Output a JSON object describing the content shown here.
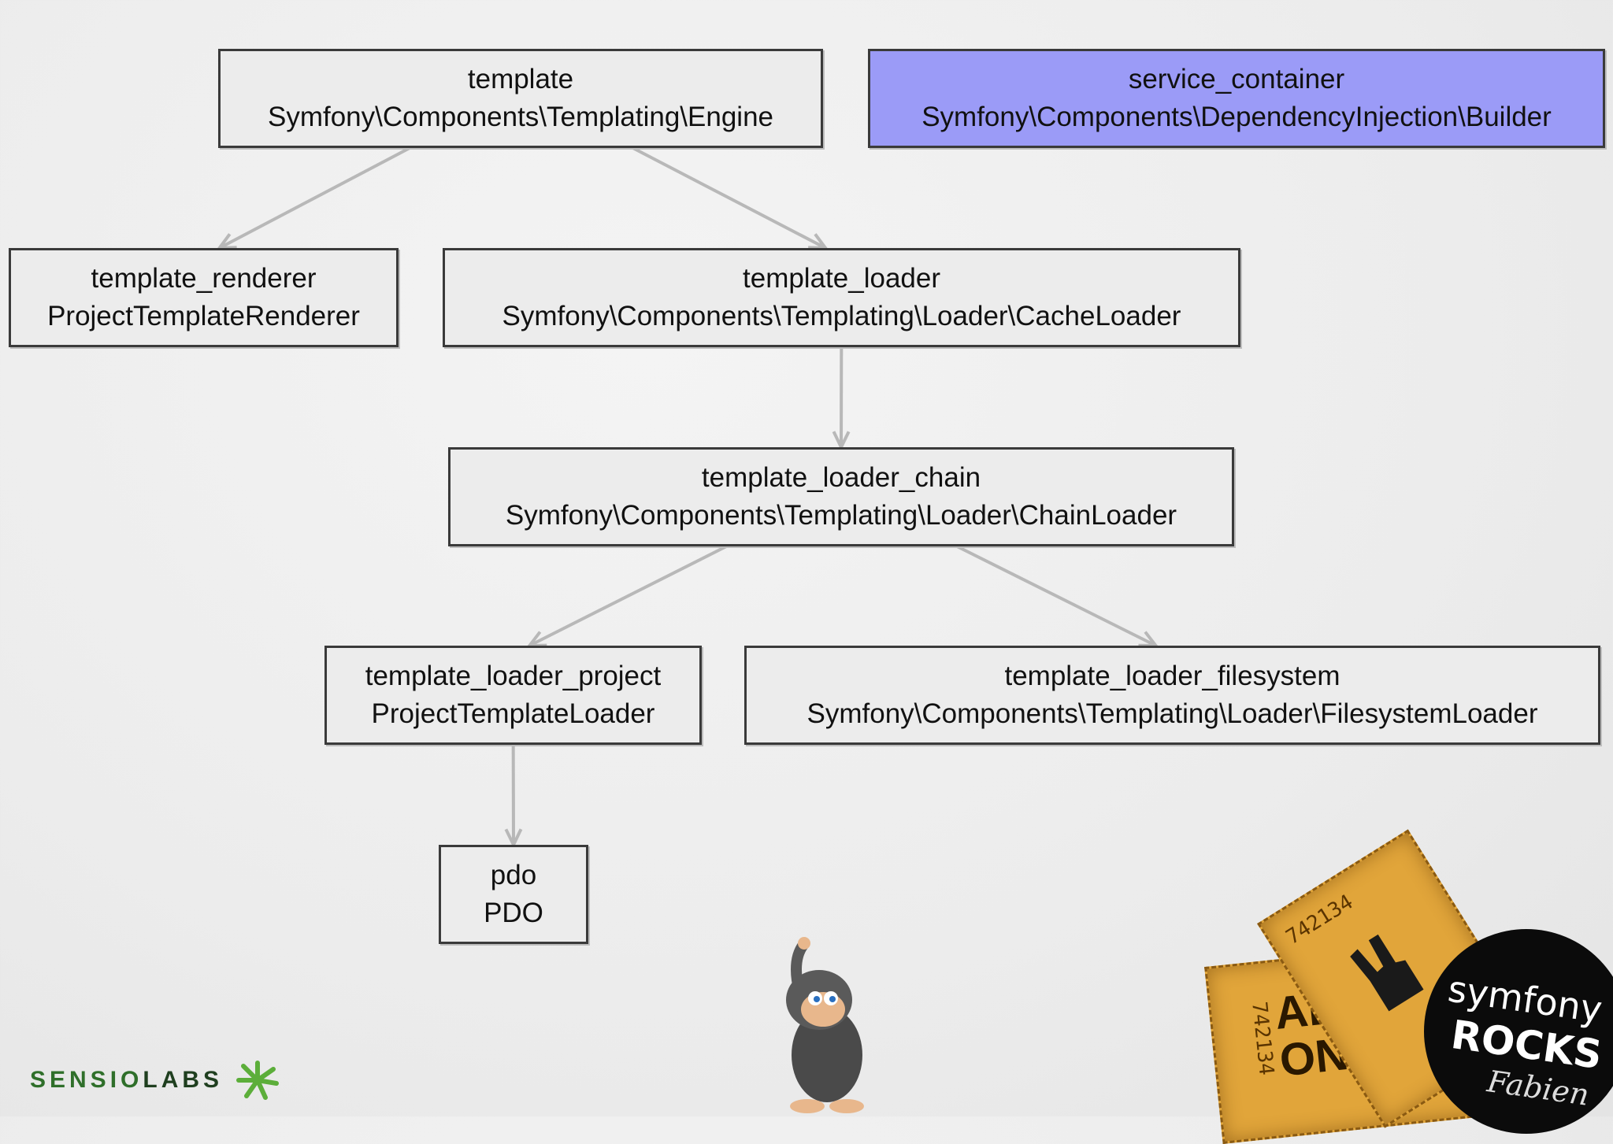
{
  "nodes": [
    {
      "id": "template",
      "name": "template",
      "class": "Symfony\\Components\\Templating\\Engine",
      "highlight": false
    },
    {
      "id": "service_container",
      "name": "service_container",
      "class": "Symfony\\Components\\DependencyInjection\\Builder",
      "highlight": true
    },
    {
      "id": "template_renderer",
      "name": "template_renderer",
      "class": "ProjectTemplateRenderer",
      "highlight": false
    },
    {
      "id": "template_loader",
      "name": "template_loader",
      "class": "Symfony\\Components\\Templating\\Loader\\CacheLoader",
      "highlight": false
    },
    {
      "id": "template_loader_chain",
      "name": "template_loader_chain",
      "class": "Symfony\\Components\\Templating\\Loader\\ChainLoader",
      "highlight": false
    },
    {
      "id": "template_loader_project",
      "name": "template_loader_project",
      "class": "ProjectTemplateLoader",
      "highlight": false
    },
    {
      "id": "template_loader_filesystem",
      "name": "template_loader_filesystem",
      "class": "Symfony\\Components\\Templating\\Loader\\FilesystemLoader",
      "highlight": false
    },
    {
      "id": "pdo",
      "name": "pdo",
      "class": "PDO",
      "highlight": false
    }
  ],
  "edges": [
    {
      "from": "template",
      "to": "template_renderer"
    },
    {
      "from": "template",
      "to": "template_loader"
    },
    {
      "from": "template_loader",
      "to": "template_loader_chain"
    },
    {
      "from": "template_loader_chain",
      "to": "template_loader_project"
    },
    {
      "from": "template_loader_chain",
      "to": "template_loader_filesystem"
    },
    {
      "from": "template_loader_project",
      "to": "pdo"
    }
  ],
  "colors": {
    "highlight": "#9b9bf7",
    "node": "#ececec",
    "edge": "#b8b8b8"
  },
  "branding": {
    "logo_part1": "SENSIO",
    "logo_part2": "LABS",
    "logo_icon": "asterisk-burst-icon",
    "badge_line1": "symfony",
    "badge_line2": "ROCKS",
    "badge_signature": "Fabien",
    "ticket_number": "742134",
    "ticket_text": "ADMIT ONE"
  }
}
